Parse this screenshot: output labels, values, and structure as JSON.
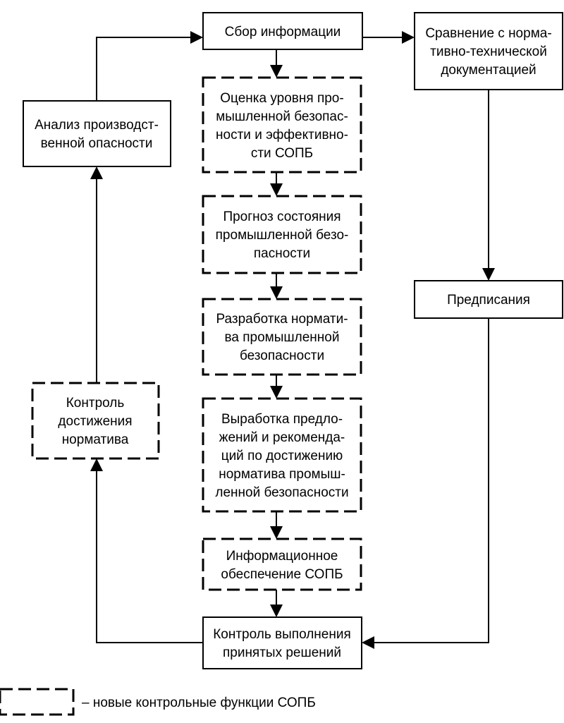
{
  "nodes": {
    "sbor": {
      "lines": [
        "Сбор информации"
      ]
    },
    "sravnenie": {
      "lines": [
        "Сравнение с норма-",
        "тивно-технической",
        "документацией"
      ]
    },
    "analiz": {
      "lines": [
        "Анализ производст-",
        "венной опасности"
      ]
    },
    "ocenka": {
      "lines": [
        "Оценка уровня про-",
        "мышленной безопас-",
        "ности и эффективно-",
        "сти СОПБ"
      ]
    },
    "prognoz": {
      "lines": [
        "Прогноз состояния",
        "промышленной безо-",
        "пасности"
      ]
    },
    "razrabotka": {
      "lines": [
        "Разработка нормати-",
        "ва промышленной",
        "безопасности"
      ]
    },
    "predpisaniya": {
      "lines": [
        "Предписания"
      ]
    },
    "kontrol_norm": {
      "lines": [
        "Контроль",
        "достижения",
        "норматива"
      ]
    },
    "vyrabotka": {
      "lines": [
        "Выработка предло-",
        "жений и рекоменда-",
        "ций по достижению",
        "норматива промыш-",
        "ленной безопасности"
      ]
    },
    "info": {
      "lines": [
        "Информационное",
        "обеспечение СОПБ"
      ]
    },
    "kontrol_vyp": {
      "lines": [
        "Контроль выполнения",
        "принятых решений"
      ]
    }
  },
  "legend": {
    "text": "– новые контрольные функции СОПБ"
  }
}
